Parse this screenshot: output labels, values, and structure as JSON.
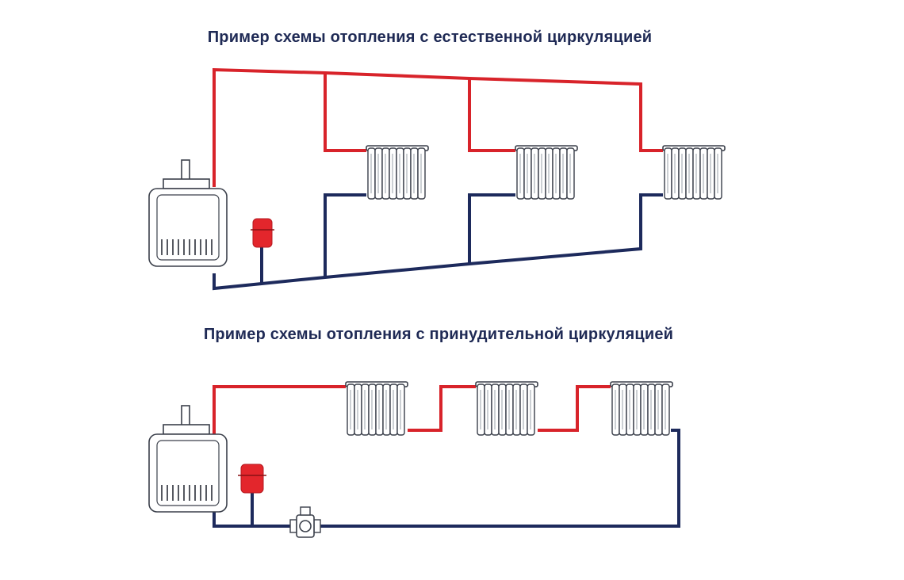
{
  "titles": {
    "natural": "Пример схемы отопления с естественной циркуляцией",
    "forced": "Пример схемы отопления с принудительной циркуляцией"
  },
  "colors": {
    "supply_pipe": "#d8232a",
    "return_pipe": "#1d2a5c",
    "expansion_tank": "#e3262c",
    "title_text": "#1f2a55"
  },
  "components": {
    "natural_scheme": [
      "boiler",
      "expansion-tank",
      "radiator",
      "radiator",
      "radiator"
    ],
    "forced_scheme": [
      "boiler",
      "expansion-tank",
      "circulation-pump",
      "radiator",
      "radiator",
      "radiator"
    ]
  }
}
